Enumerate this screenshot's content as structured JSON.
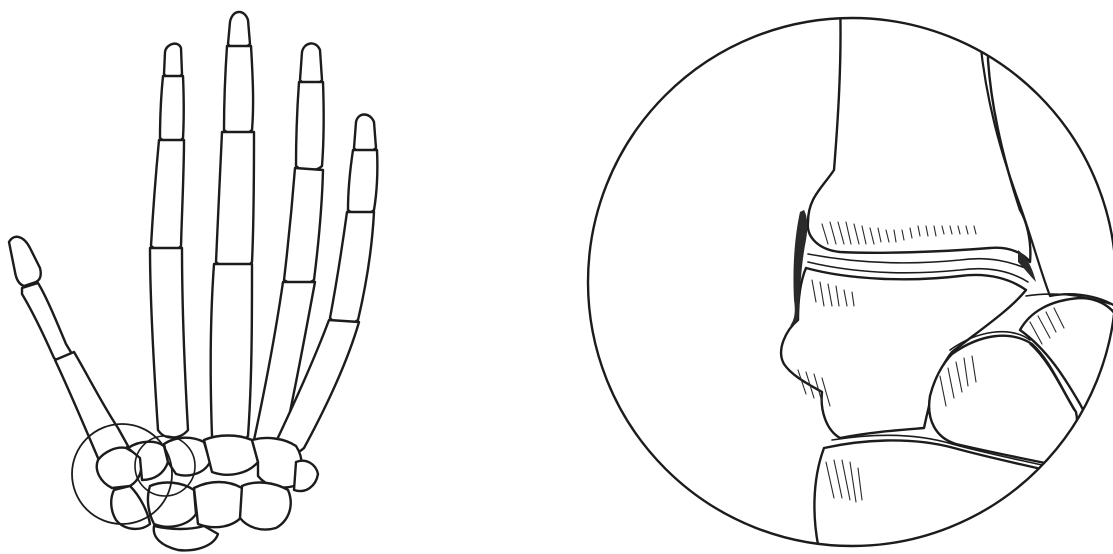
{
  "figure": {
    "panels": [
      {
        "id": "hand-skeleton",
        "view": "dorsal",
        "bones": [
          "phalanges",
          "metacarpals",
          "carpals"
        ],
        "highlight": "circle-thumb-base"
      },
      {
        "id": "joint-detail",
        "type": "magnified-inset"
      }
    ],
    "colors": {
      "line": "#1c1c1c",
      "background": "#ffffff"
    }
  }
}
